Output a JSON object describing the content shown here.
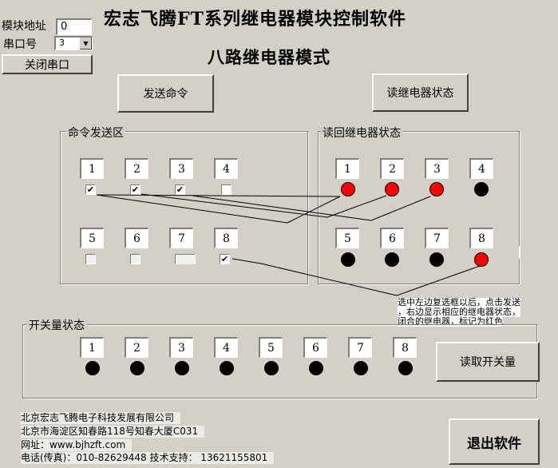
{
  "header": {
    "address_label": "模块地址",
    "address_value": "0",
    "port_label": "串口号",
    "port_value": "3",
    "close_port_label": "关闭串口",
    "main_title": "宏志飞腾FT系列继电器模块控制软件",
    "sub_title": "八路继电器模式"
  },
  "actions": {
    "send_label": "发送命令",
    "read_relay_label": "读继电器状态",
    "read_switch_label": "读取开关量",
    "exit_label": "退出软件"
  },
  "command_group": {
    "label": "命令发送区",
    "channels": [
      {
        "num": "1",
        "checked": true
      },
      {
        "num": "2",
        "checked": true
      },
      {
        "num": "3",
        "checked": true
      },
      {
        "num": "4",
        "checked": false
      },
      {
        "num": "5",
        "checked": false
      },
      {
        "num": "6",
        "checked": false
      },
      {
        "num": "7",
        "checked": false
      },
      {
        "num": "8",
        "checked": true
      }
    ]
  },
  "relay_group": {
    "label": "读回继电器状态",
    "channels": [
      {
        "num": "1",
        "on": true
      },
      {
        "num": "2",
        "on": true
      },
      {
        "num": "3",
        "on": true
      },
      {
        "num": "4",
        "on": false
      },
      {
        "num": "5",
        "on": false
      },
      {
        "num": "6",
        "on": false
      },
      {
        "num": "7",
        "on": false
      },
      {
        "num": "8",
        "on": true
      }
    ]
  },
  "hint": {
    "line1": "选中左边复选框以后，点击发送",
    "line2": "，右边显示相应的继电器状态，",
    "line3": "闭合的继电器，标记为红色"
  },
  "switch_group": {
    "label": "开关量状态",
    "channels": [
      "1",
      "2",
      "3",
      "4",
      "5",
      "6",
      "7",
      "8"
    ]
  },
  "footer": {
    "company": "北京宏志飞腾电子科技发展有限公司",
    "address": "北京市海淀区知春路118号知春大厦C031",
    "website": "网址：www.bjhzft.com",
    "phone": "电话(传真)：010-82629448  技术支持：  13621155801"
  },
  "colors": {
    "background": "#d4d0c8",
    "led_on": "#ff0000",
    "led_off": "#000000"
  }
}
